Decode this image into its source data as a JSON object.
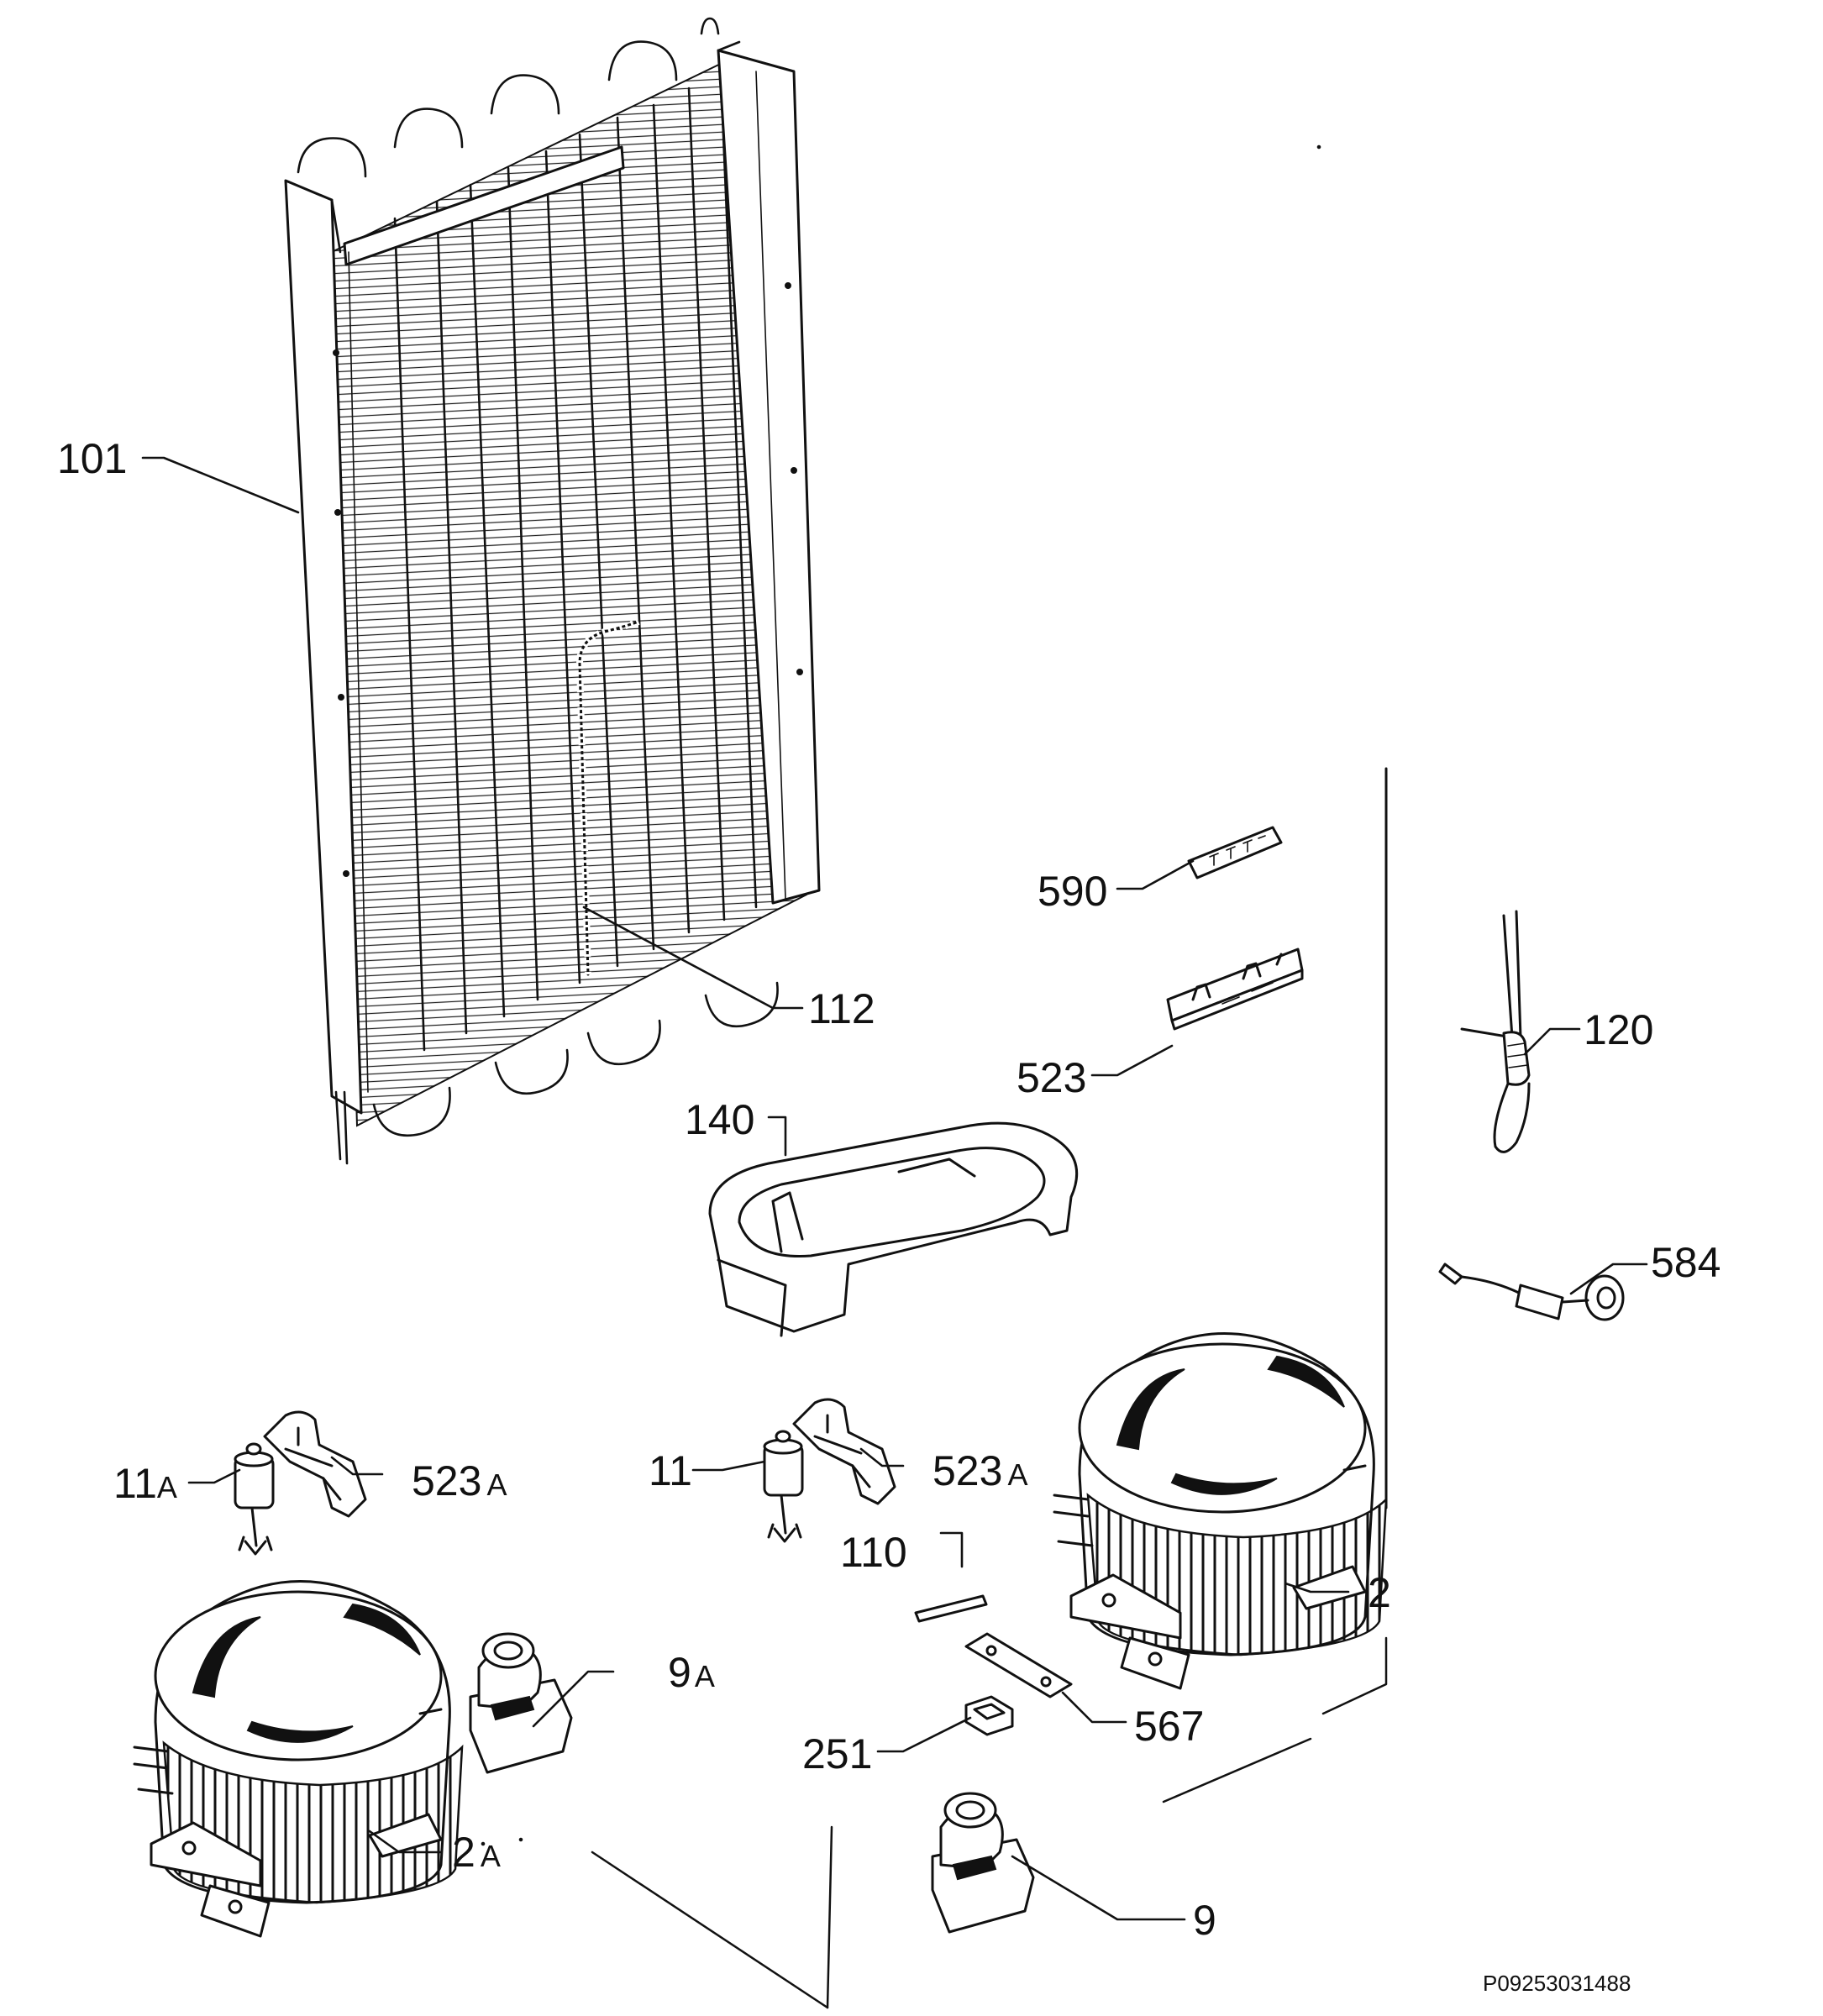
{
  "callouts": [
    {
      "id": "101",
      "text": "101"
    },
    {
      "id": "112",
      "text": "112"
    },
    {
      "id": "590",
      "text": "590"
    },
    {
      "id": "523",
      "text": "523"
    },
    {
      "id": "120",
      "text": "120"
    },
    {
      "id": "140",
      "text": "140"
    },
    {
      "id": "584",
      "text": "584"
    },
    {
      "id": "11A",
      "text": "11",
      "suffix": "A"
    },
    {
      "id": "523A-left",
      "text": "523",
      "suffix": "A"
    },
    {
      "id": "11",
      "text": "11"
    },
    {
      "id": "523A-right",
      "text": "523",
      "suffix": "A"
    },
    {
      "id": "110",
      "text": "110"
    },
    {
      "id": "2",
      "text": "2"
    },
    {
      "id": "9A",
      "text": "9",
      "suffix": "A"
    },
    {
      "id": "567",
      "text": "567"
    },
    {
      "id": "251",
      "text": "251"
    },
    {
      "id": "2A",
      "text": "2",
      "suffix": "A"
    },
    {
      "id": "9",
      "text": "9"
    }
  ],
  "document_code": "P09253031488"
}
